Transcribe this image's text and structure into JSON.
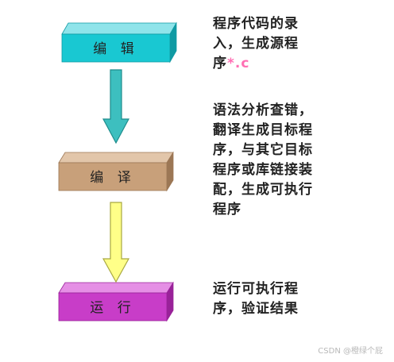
{
  "stages": [
    {
      "id": "edit",
      "label": "编 辑",
      "front": "#19c8d2",
      "top": "#8fe4ea",
      "side": "#0f9aa3"
    },
    {
      "id": "compile",
      "label": "编 译",
      "front": "#c8a07a",
      "top": "#e2c6aa",
      "side": "#9c7755"
    },
    {
      "id": "run",
      "label": "运 行",
      "front": "#c83dc8",
      "top": "#e58fe5",
      "side": "#992299"
    }
  ],
  "arrows": [
    {
      "color": "#3dbfbf",
      "stroke": "#1e8c8c"
    },
    {
      "color": "#ffff88",
      "stroke": "#a8a840"
    }
  ],
  "descriptions": {
    "edit": {
      "lines": [
        "程序代码的录",
        "入，生成源程"
      ],
      "line3_prefix": "序",
      "line3_highlight": "*.c"
    },
    "compile": {
      "lines": [
        "语法分析查错，",
        "翻译生成目标程",
        "序，与其它目标",
        "程序或库链接装",
        "配，生成可执行",
        "程序"
      ]
    },
    "run": {
      "lines": [
        "运行可执行程",
        "序，验证结果"
      ]
    }
  },
  "watermark": "CSDN @橙绿个屁"
}
